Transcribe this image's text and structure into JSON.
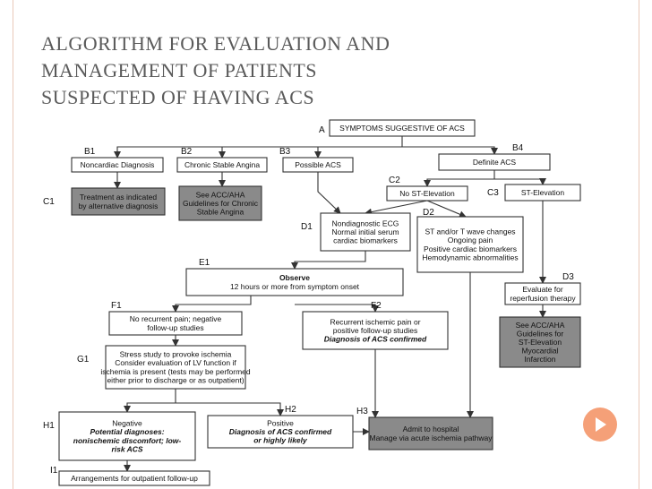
{
  "slide": {
    "title_lines": [
      "ALGORITHM FOR EVALUATION AND",
      "MANAGEMENT OF PATIENTS",
      "SUSPECTED  OF HAVING ACS"
    ],
    "accent_color": "#f5a078"
  },
  "flowchart": {
    "nodes": [
      {
        "id": "A",
        "code": "A",
        "lines": [
          "SYMPTOMS SUGGESTIVE OF ACS"
        ]
      },
      {
        "id": "B1",
        "code": "B1",
        "lines": [
          "Noncardiac Diagnosis"
        ]
      },
      {
        "id": "B2",
        "code": "B2",
        "lines": [
          "Chronic Stable Angina"
        ]
      },
      {
        "id": "B3",
        "code": "B3",
        "lines": [
          "Possible ACS"
        ]
      },
      {
        "id": "B4",
        "code": "B4",
        "lines": [
          "Definite ACS"
        ]
      },
      {
        "id": "C1",
        "code": "C1",
        "lines": [
          "Treatment as indicated",
          "by alternative diagnosis"
        ]
      },
      {
        "id": "C1b",
        "code": "",
        "lines": [
          "See ACC/AHA",
          "Guidelines for Chronic",
          "Stable Angina"
        ]
      },
      {
        "id": "C2",
        "code": "C2",
        "lines": [
          "No ST-Elevation"
        ]
      },
      {
        "id": "C3",
        "code": "C3",
        "lines": [
          "ST-Elevation"
        ]
      },
      {
        "id": "D1",
        "code": "D1",
        "lines": [
          "Nondiagnostic ECG",
          "Normal initial serum",
          "cardiac biomarkers"
        ]
      },
      {
        "id": "D2",
        "code": "D2",
        "lines": [
          "ST and/or T wave changes",
          "Ongoing pain",
          "Positive cardiac biomarkers",
          "Hemodynamic abnormalities"
        ]
      },
      {
        "id": "D3",
        "code": "D3",
        "lines": [
          "Evaluate for",
          "reperfusion therapy"
        ]
      },
      {
        "id": "D3b",
        "code": "",
        "lines": [
          "See ACC/AHA",
          "Guidelines for",
          "ST-Elevation",
          "Myocardial",
          "Infarction"
        ]
      },
      {
        "id": "E1",
        "code": "E1",
        "lines": [
          "Observe",
          "12 hours or more from symptom onset"
        ]
      },
      {
        "id": "F1",
        "code": "F1",
        "lines": [
          "No recurrent pain; negative",
          "follow-up studies"
        ]
      },
      {
        "id": "F2",
        "code": "F2",
        "lines": [
          "Recurrent ischemic pain or",
          "positive follow-up studies",
          "Diagnosis of ACS confirmed"
        ]
      },
      {
        "id": "G1",
        "code": "G1",
        "lines": [
          "Stress study to provoke ischemia",
          "Consider evaluation of LV function if",
          "ischemia is present (tests may be performed",
          "either prior to discharge or as outpatient)"
        ]
      },
      {
        "id": "H1",
        "code": "H1",
        "lines": [
          "Negative",
          "Potential diagnoses:",
          "nonischemic discomfort; low-",
          "risk ACS"
        ]
      },
      {
        "id": "H2",
        "code": "H2",
        "lines": [
          "Positive",
          "Diagnosis of ACS confirmed",
          "or highly likely"
        ]
      },
      {
        "id": "H3",
        "code": "H3",
        "lines": [
          "Admit to hospital",
          "Manage via acute ischemia pathway"
        ]
      },
      {
        "id": "I1",
        "code": "I1",
        "lines": [
          "Arrangements for outpatient follow-up"
        ]
      }
    ]
  },
  "nav": {
    "next_icon": "play-arrow-icon"
  }
}
